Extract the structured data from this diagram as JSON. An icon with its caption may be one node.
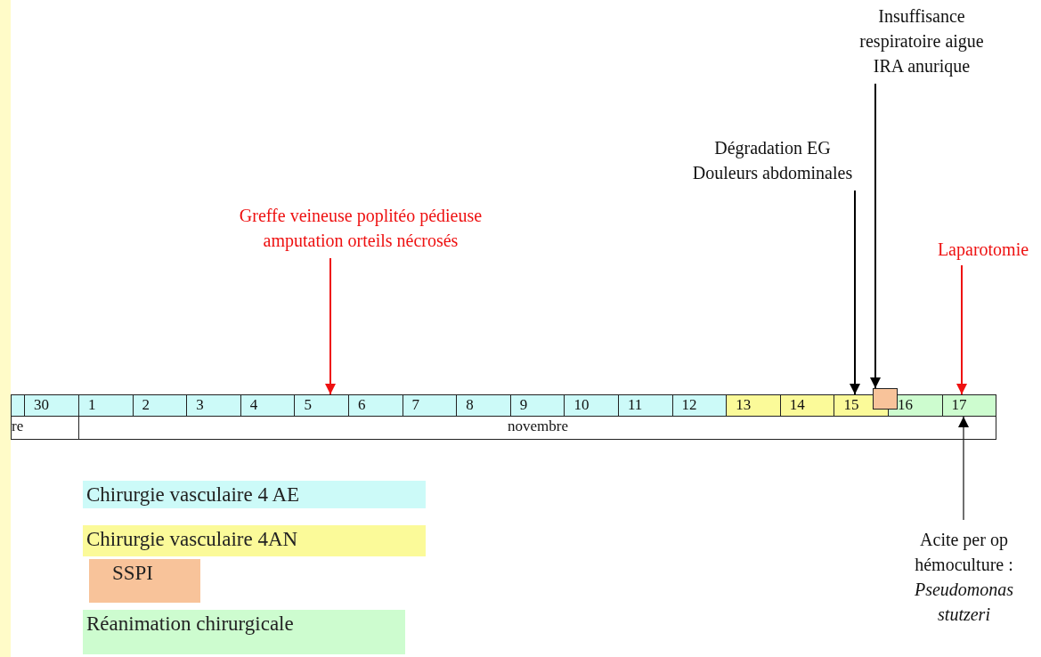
{
  "diagram": {
    "nodes": [
      {
        "text": [
          "Greffe veineuse poplitéo pédieuse amputation orteils nécrosés"
        ]
      },
      {
        "text": [
          "Dégradation EG Douleurs abdominales"
        ]
      },
      {
        "text": [
          "Insuffisance respiratoire aigue IRA anurique"
        ]
      },
      {
        "text": [
          "Laparotomie"
        ]
      },
      {
        "text": [
          "Acite per op hémoculture : *Pseudomonas stutzeri*"
        ]
      },
      {
        "text": [],
        "shape": "box"
      },
      {
        "text": [
          "30"
        ]
      },
      {
        "text": [
          "1"
        ]
      },
      {
        "text": [
          "2"
        ]
      },
      {
        "text": [
          "3"
        ]
      },
      {
        "text": [
          "4"
        ]
      },
      {
        "text": [
          "5"
        ]
      },
      {
        "text": [
          "6"
        ]
      },
      {
        "text": [
          "7"
        ]
      },
      {
        "text": [
          "8"
        ]
      },
      {
        "text": [
          "9"
        ]
      },
      {
        "text": [
          "10"
        ]
      },
      {
        "text": [
          "11"
        ]
      },
      {
        "text": [
          "12"
        ]
      },
      {
        "text": [
          "13"
        ]
      },
      {
        "text": [
          "14"
        ]
      },
      {
        "text": [
          "15"
        ]
      },
      {
        "text": [
          "16"
        ]
      },
      {
        "text": [
          "17"
        ]
      },
      {
        "text": [],
        "shape": "box"
      },
      {
        "text": [
          "re"
        ]
      },
      {
        "text": [
          "novembre"
        ]
      }
    ],
    "edges": [
      {
        "from": 0,
        "to": 11,
        "arrow": "to",
        "color": "#ee1111"
      },
      {
        "from": 1,
        "to": 21,
        "arrow": "to",
        "color": "#000000"
      },
      {
        "from": 2,
        "to": 24,
        "arrow": "to",
        "color": "#000000"
      },
      {
        "from": 3,
        "to": 23,
        "arrow": "to",
        "color": "#ee1111"
      },
      {
        "from": 4,
        "to": 23,
        "arrow": "to",
        "color": "#707070"
      }
    ],
    "legend": [
      {
        "text": "Chirurgie vasculaire 4 AE",
        "color": "#ccfaf8"
      },
      {
        "text": "Chirurgie vasculaire 4AN",
        "color": "#fbfa99"
      },
      {
        "text": "SSPI",
        "color": "#f8c39a"
      },
      {
        "text": "Réanimation chirurgicale",
        "color": "#cdfccf"
      }
    ]
  }
}
